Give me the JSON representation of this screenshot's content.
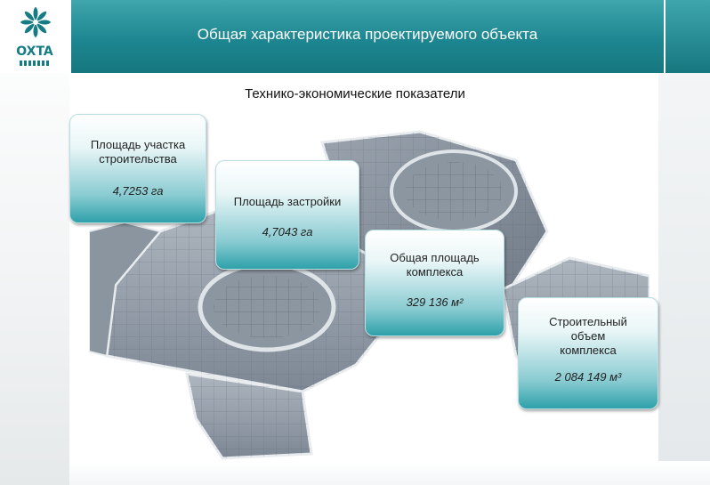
{
  "logo": {
    "text": "OXTA",
    "icon": "flower-logo-icon"
  },
  "header": {
    "title": "Общая характеристика проектируемого объекта"
  },
  "subtitle": "Технико-экономические показатели",
  "cards": [
    {
      "label": "Площадь участка строительства",
      "value": "4,7253 га"
    },
    {
      "label": "Площадь застройки",
      "value": "4,7043 га"
    },
    {
      "label": "Общая площадь комплекса",
      "value": "329 136 м²"
    },
    {
      "label": "Строительный объем комплекса",
      "value": "2 084 149 м³"
    }
  ],
  "colors": {
    "accent": "#1d8690",
    "brand": "#157c83"
  }
}
